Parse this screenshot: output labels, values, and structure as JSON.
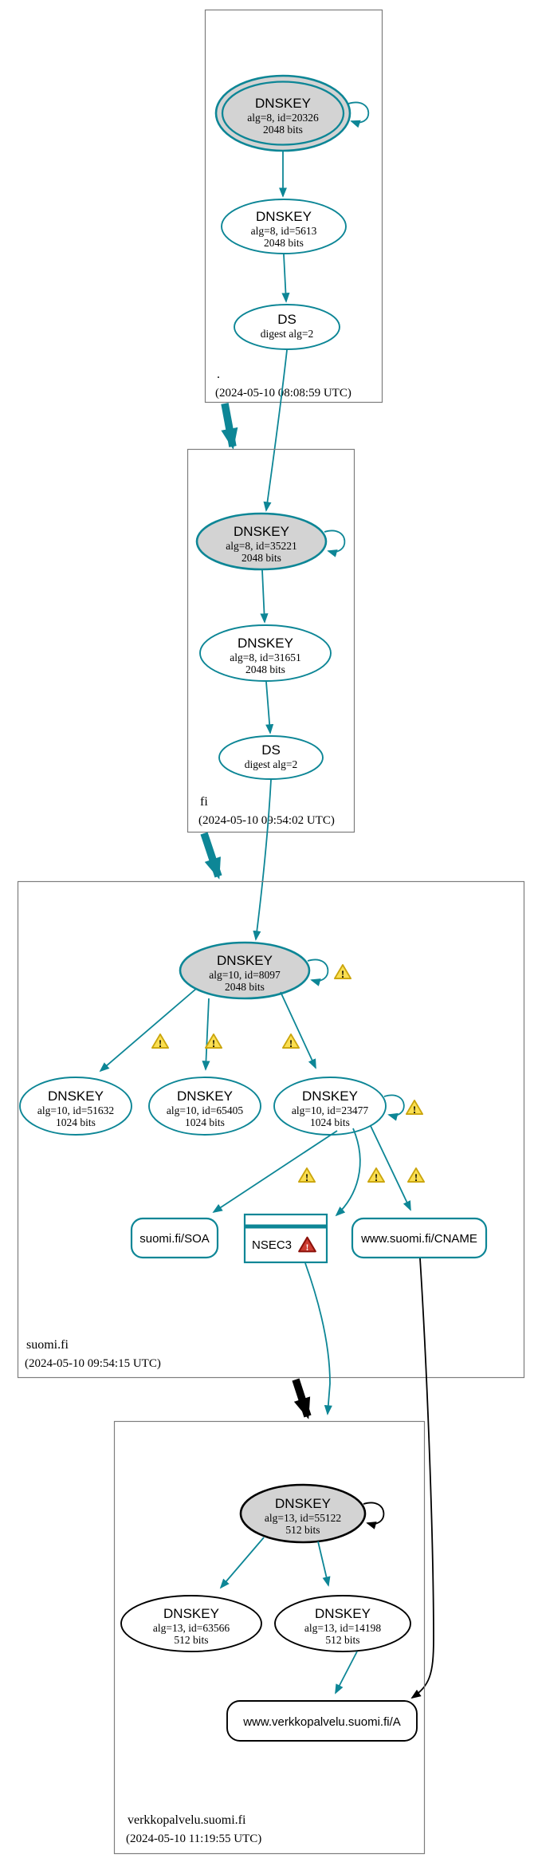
{
  "glyphs": {
    "exclamation": "!"
  },
  "colors": {
    "secure": "#0d8696",
    "insecure": "#000000",
    "warning_fill": "#fbdf51",
    "warning_border": "#caa50c",
    "error_fill": "#cd3c31",
    "error_border": "#8c120b",
    "ksk_fill": "#d3d3d3",
    "zone_border": "#7d7d7d"
  },
  "zones": [
    {
      "name": ".",
      "timestamp": "(2024-05-10 08:08:59 UTC)"
    },
    {
      "name": "fi",
      "timestamp": "(2024-05-10 09:54:02 UTC)"
    },
    {
      "name": "suomi.fi",
      "timestamp": "(2024-05-10 09:54:15 UTC)"
    },
    {
      "name": "verkkopalvelu.suomi.fi",
      "timestamp": "(2024-05-10 11:19:55 UTC)"
    }
  ],
  "nodes": {
    "root_ksk": {
      "type": "DNSKEY",
      "detail": "alg=8, id=20326",
      "bits": "2048 bits"
    },
    "root_zsk": {
      "type": "DNSKEY",
      "detail": "alg=8, id=5613",
      "bits": "2048 bits"
    },
    "root_ds": {
      "type": "DS",
      "detail": "digest alg=2"
    },
    "fi_ksk": {
      "type": "DNSKEY",
      "detail": "alg=8, id=35221",
      "bits": "2048 bits"
    },
    "fi_zsk": {
      "type": "DNSKEY",
      "detail": "alg=8, id=31651",
      "bits": "2048 bits"
    },
    "fi_ds": {
      "type": "DS",
      "detail": "digest alg=2"
    },
    "suomi_ksk": {
      "type": "DNSKEY",
      "detail": "alg=10, id=8097",
      "bits": "2048 bits"
    },
    "suomi_zsk1": {
      "type": "DNSKEY",
      "detail": "alg=10, id=51632",
      "bits": "1024 bits"
    },
    "suomi_zsk2": {
      "type": "DNSKEY",
      "detail": "alg=10, id=65405",
      "bits": "1024 bits"
    },
    "suomi_zsk3": {
      "type": "DNSKEY",
      "detail": "alg=10, id=23477",
      "bits": "1024 bits"
    },
    "suomi_soa": {
      "label": "suomi.fi/SOA"
    },
    "suomi_nsec3": {
      "label": "NSEC3"
    },
    "suomi_cname": {
      "label": "www.suomi.fi/CNAME"
    },
    "verkko_ksk": {
      "type": "DNSKEY",
      "detail": "alg=13, id=55122",
      "bits": "512 bits"
    },
    "verkko_zsk1": {
      "type": "DNSKEY",
      "detail": "alg=13, id=63566",
      "bits": "512 bits"
    },
    "verkko_zsk2": {
      "type": "DNSKEY",
      "detail": "alg=13, id=14198",
      "bits": "512 bits"
    },
    "verkko_a": {
      "label": "www.verkkopalvelu.suomi.fi/A"
    }
  }
}
